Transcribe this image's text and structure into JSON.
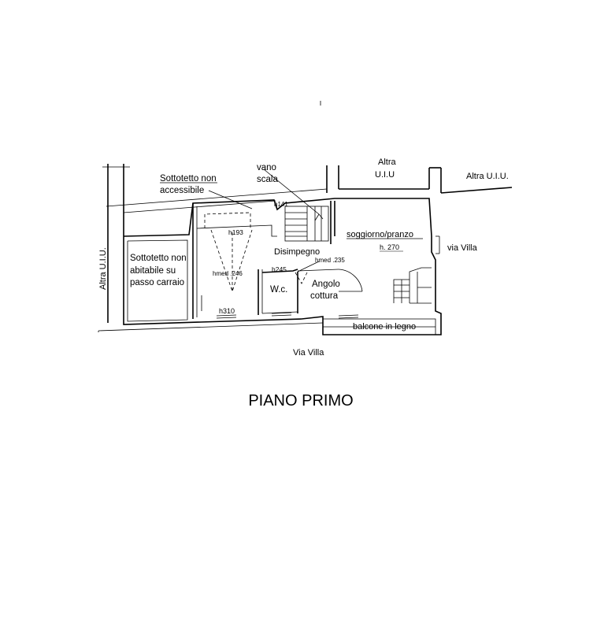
{
  "title": "PIANO PRIMO",
  "labels": {
    "sottotetto_non": "Sottotetto non",
    "accessibile": "accessibile",
    "vano": "vano",
    "scala": "scala",
    "altra_top": "Altra",
    "uiu_top": "U.I.U",
    "altra_uiu_right": "Altra  U.I.U.",
    "altra_uiu_left": "Altra  U.I.U.",
    "sottotetto_abit_1": "Sottotetto non",
    "sottotetto_abit_2": "abitabile su",
    "sottotetto_abit_3": "passo carraio",
    "soggiorno": "soggiorno/pranzo",
    "h_270": "h. 270",
    "via_villa_right": "via Villa",
    "disimpegno": "Disimpegno",
    "hmed_235": "hmed .235",
    "hmed_246": "hmed .246",
    "h_245": "h245",
    "h_193": "h193",
    "h_141": "h141",
    "wc": "W.c.",
    "angolo": "Angolo",
    "cottura": "cottura",
    "h_310": "h310",
    "balcone": "balcone in legno",
    "via_villa_bottom": "Via   Villa"
  }
}
